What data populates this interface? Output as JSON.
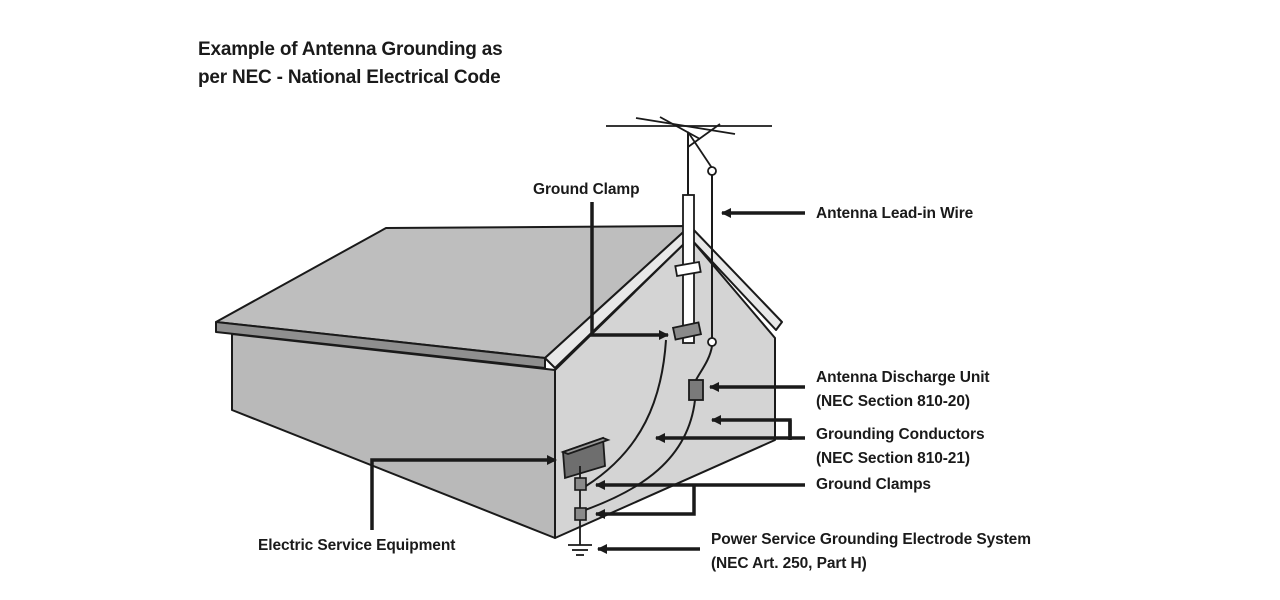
{
  "title": {
    "line1": "Example of Antenna Grounding as",
    "line2": "per NEC - National Electrical Code"
  },
  "labels": {
    "ground_clamp": "Ground Clamp",
    "antenna_lead_in": "Antenna Lead-in Wire",
    "discharge_unit": "Antenna Discharge Unit",
    "discharge_unit_ref": "(NEC Section 810-20)",
    "grounding_conductors": "Grounding Conductors",
    "grounding_conductors_ref": "(NEC Section 810-21)",
    "ground_clamps": "Ground Clamps",
    "electric_service": "Electric Service Equipment",
    "power_service": "Power Service Grounding Electrode System",
    "power_service_ref": "(NEC Art. 250, Part H)"
  },
  "colors": {
    "ink": "#1a1a1a",
    "wall_front": "#b9b9b9",
    "wall_side": "#d2d2d2",
    "roof": "#bdbdbd",
    "gable": "#e4e4e4"
  }
}
